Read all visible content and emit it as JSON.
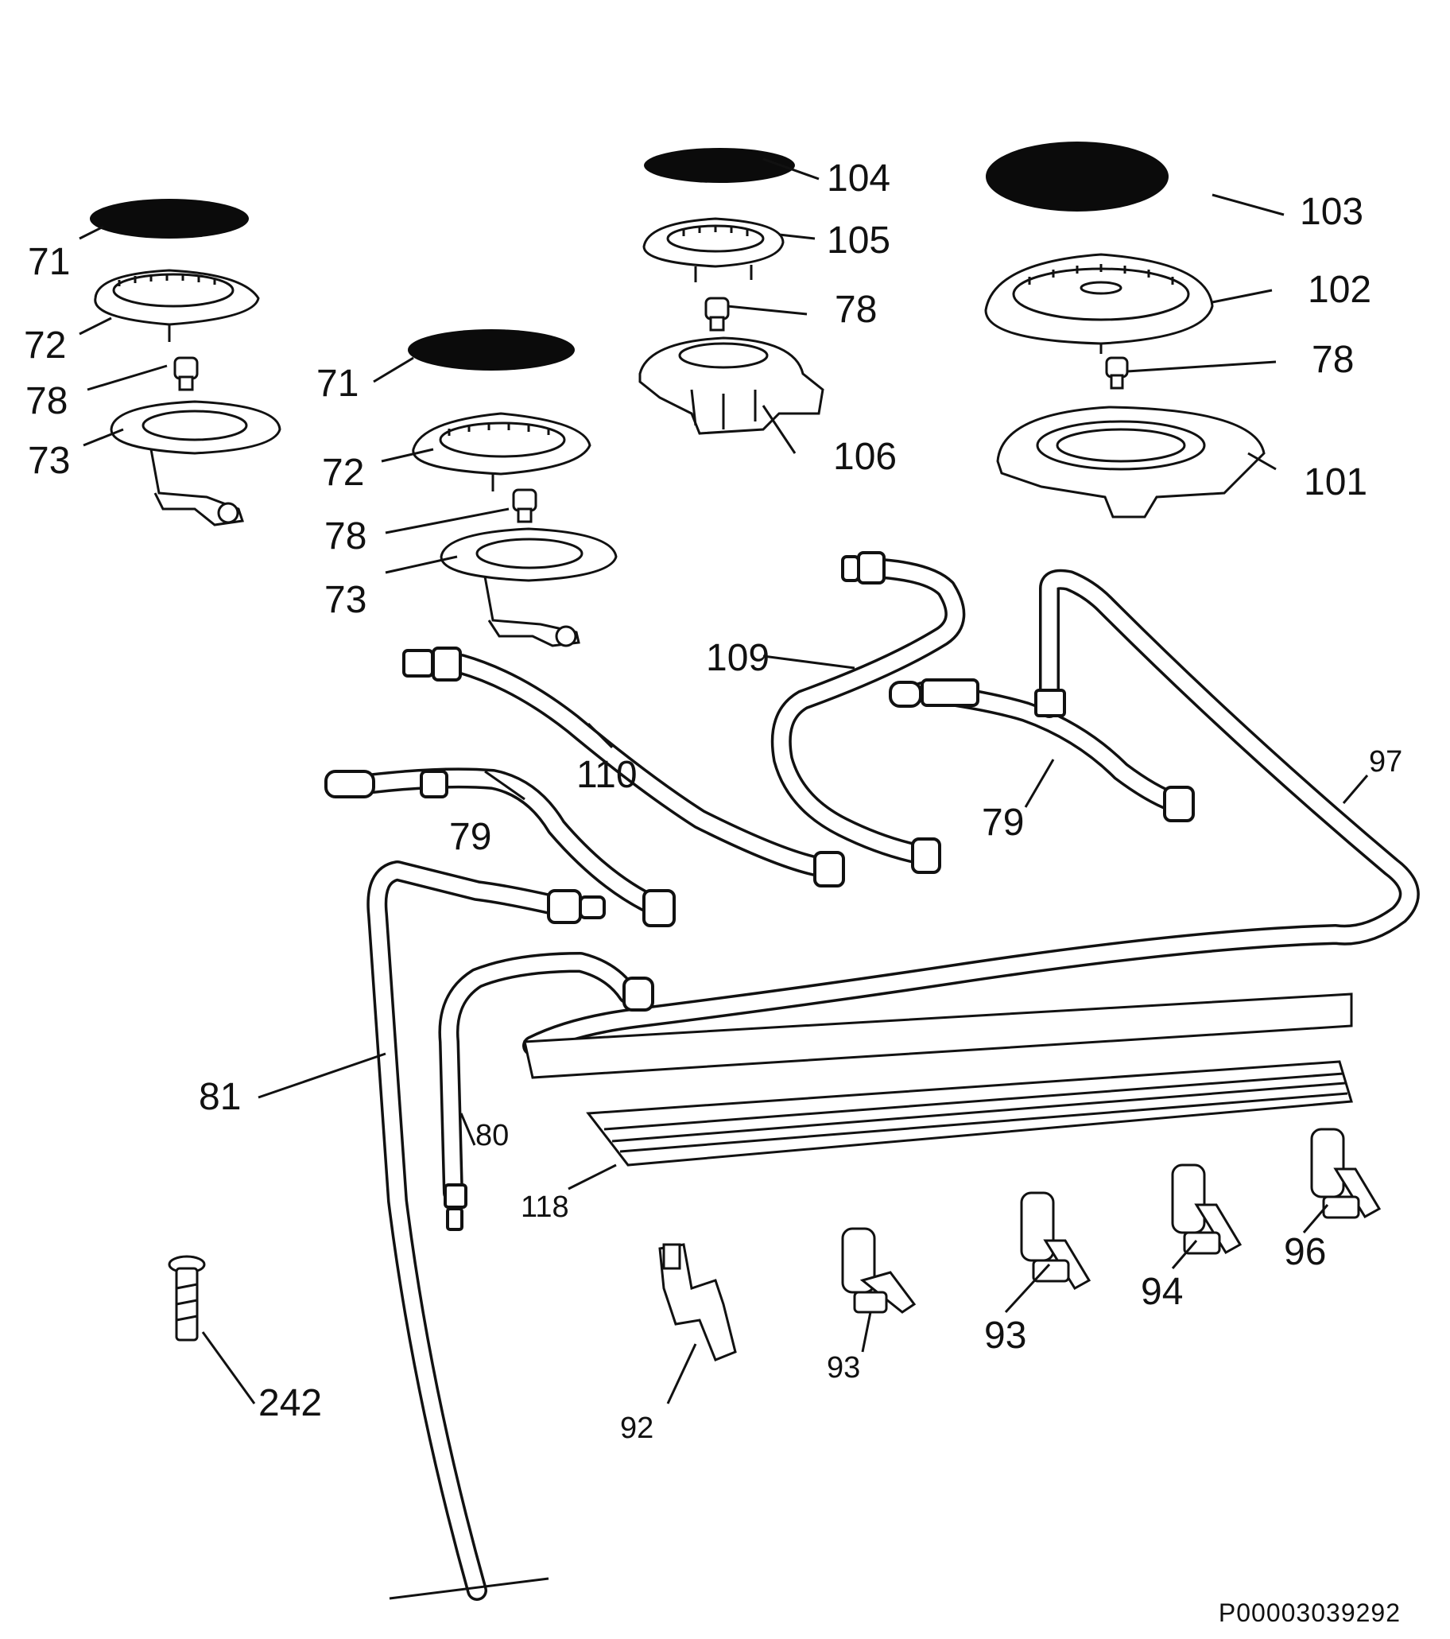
{
  "diagram": {
    "labels": [
      "71",
      "72",
      "78",
      "73",
      "71",
      "72",
      "78",
      "73",
      "104",
      "105",
      "78",
      "106",
      "103",
      "102",
      "78",
      "101",
      "109",
      "110",
      "79",
      "79",
      "97",
      "81",
      "80",
      "118",
      "92",
      "93",
      "93",
      "94",
      "96",
      "242"
    ],
    "reference_code": "P00003039292"
  }
}
